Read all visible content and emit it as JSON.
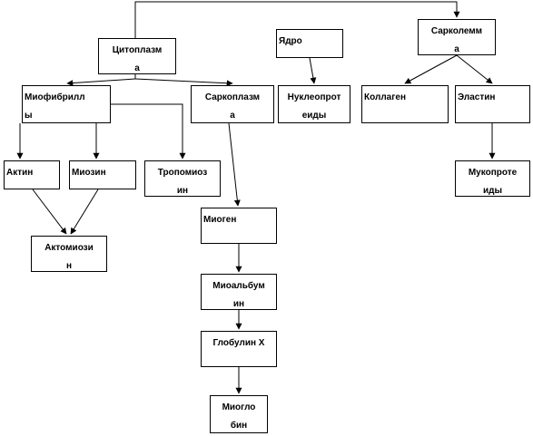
{
  "diagram": {
    "nodes": [
      {
        "id": "cytoplasm",
        "text": "Цитоплазм\nа"
      },
      {
        "id": "core",
        "text": "Ядро"
      },
      {
        "id": "sarcolemma",
        "text": "Сарколемм\nа"
      },
      {
        "id": "myofibrils",
        "text": "Миофибрилл\nы"
      },
      {
        "id": "sarcoplasm",
        "text": "Саркоплазм\nа"
      },
      {
        "id": "nucleoprot",
        "text": "Нуклеопрот\nеиды"
      },
      {
        "id": "collagen",
        "text": "Коллаген"
      },
      {
        "id": "elastin",
        "text": "Эластин"
      },
      {
        "id": "actin",
        "text": "Актин"
      },
      {
        "id": "myosin",
        "text": "Миозин"
      },
      {
        "id": "tropomyosin",
        "text": "Тропомиоз\nин"
      },
      {
        "id": "mucoprot",
        "text": "Мукопроте\nиды"
      },
      {
        "id": "myogen",
        "text": "Миоген"
      },
      {
        "id": "actomyosin",
        "text": "Актомиози\nн"
      },
      {
        "id": "myoalbumin",
        "text": "Миоальбум\nин"
      },
      {
        "id": "globulin",
        "text": "Глобулин Х"
      },
      {
        "id": "myoglobin",
        "text": "Миогло\nбин"
      }
    ]
  },
  "colors": {
    "stroke": "#000000",
    "background": "#ffffff"
  }
}
